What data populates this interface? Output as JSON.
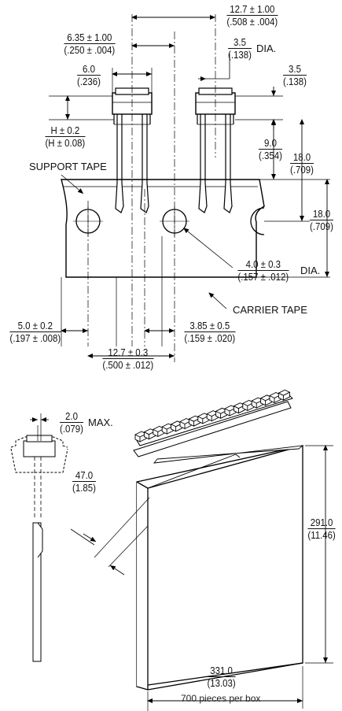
{
  "dims": {
    "pitch_top": {
      "top": "12.7 ± 1.00",
      "bot": "(.508 ± .004)"
    },
    "lead_offset": {
      "top": "6.35 ± 1.00",
      "bot": "(.250 ± .004)"
    },
    "body_width": {
      "top": "6.0",
      "bot": "(.236)"
    },
    "lead_dia": {
      "top": "3.5",
      "bot": "(.138)",
      "suffix": "DIA."
    },
    "body_height": {
      "top": "3.5",
      "bot": "(.138)"
    },
    "h_dim": {
      "top": "H ± 0.2",
      "bot": "(H ± 0.08)"
    },
    "support_to_hole": {
      "top": "9.0",
      "bot": "(.354)"
    },
    "tape_top_to_body": {
      "top": "18.0",
      "bot": "(.709)"
    },
    "tape_width": {
      "top": "18.0",
      "bot": "(.709)"
    },
    "hole_dia": {
      "top": "4.0 ± 0.3",
      "bot": "(.157 ± .012)",
      "suffix": "DIA."
    },
    "edge_to_hole": {
      "top": "5.0 ± 0.2",
      "bot": "(.197 ± .008)"
    },
    "hole_to_lead": {
      "top": "3.85 ± 0.5",
      "bot": "(.159 ± .020)"
    },
    "hole_pitch": {
      "top": "12.7 ± 0.3",
      "bot": "(.500 ± .012)"
    },
    "tilt": {
      "top": "2.0",
      "bot": "(.079)",
      "suffix": "MAX."
    },
    "box_depth": {
      "top": "47.0",
      "bot": "(1.85)"
    },
    "box_height": {
      "top": "291.0",
      "bot": "(11.46)"
    },
    "box_width": {
      "top": "331.0",
      "bot": "(13.03)"
    }
  },
  "labels": {
    "support_tape": "SUPPORT TAPE",
    "carrier_tape": "CARRIER TAPE"
  },
  "caption": "700 pieces per box"
}
